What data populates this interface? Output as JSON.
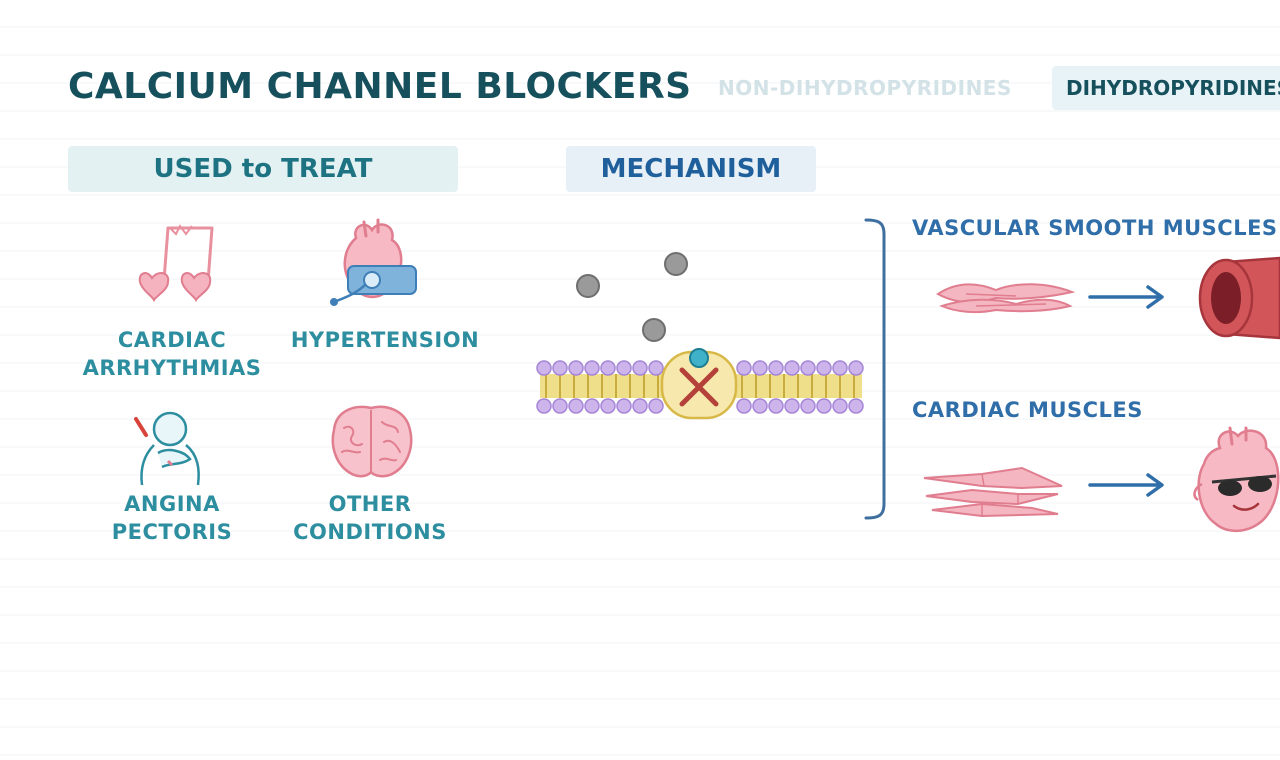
{
  "header": {
    "title": "CALCIUM CHANNEL BLOCKERS",
    "tabs": [
      {
        "label": "NON-DIHYDROPYRIDINES",
        "active": false
      },
      {
        "label": "DIHYDROPYRIDINES",
        "active": true
      }
    ]
  },
  "used_to_treat": {
    "heading": "USED to TREAT",
    "conditions": [
      {
        "label": "CARDIAC\nARRHYTHMIAS",
        "icon": "irregular-heartbeat-icon"
      },
      {
        "label": "HYPERTENSION",
        "icon": "heart-with-bp-cuff-icon"
      },
      {
        "label": "ANGINA\nPECTORIS",
        "icon": "chest-pain-person-icon"
      },
      {
        "label": "OTHER\nCONDITIONS",
        "icon": "brain-icon"
      }
    ]
  },
  "mechanism": {
    "heading": "MECHANISM",
    "effects": [
      {
        "label": "VASCULAR SMOOTH MUSCLES",
        "icon": "dilated-blood-vessel-icon"
      },
      {
        "label": "CARDIAC MUSCLES",
        "icon": "relaxed-heart-icon"
      }
    ]
  },
  "colors": {
    "title": "#15505c",
    "teal_label": "#2d8ea0",
    "blue_label": "#2f6ea8",
    "arrow": "#2f6ea8",
    "membrane_head": "#c9b3ea",
    "membrane_tail": "#e6cf6a",
    "channel": "#f6e7a4",
    "blocker_x": "#b5423a",
    "calcium_ion": "#8c8c8c",
    "muscle_pink": "#ef9fae"
  }
}
